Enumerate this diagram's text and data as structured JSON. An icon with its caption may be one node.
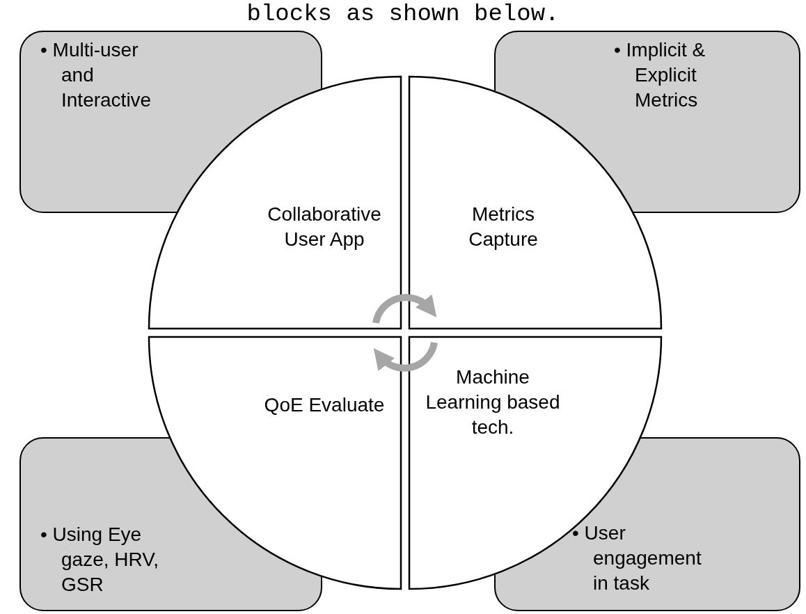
{
  "diagram": {
    "nodes": [
      {
        "text": [
          "• Multi-user and Interactive"
        ]
      },
      {
        "text": [
          "• Implicit & Explicit Metrics"
        ]
      },
      {
        "text": [
          "• Using Eye gaze, HRV, GSR"
        ]
      },
      {
        "text": [
          "• User engagement in task"
        ]
      },
      {
        "text": [
          "Collaborative User App"
        ]
      },
      {
        "text": [
          "Metrics Capture"
        ]
      },
      {
        "text": [
          "QoE Evaluate"
        ]
      },
      {
        "text": [
          "Machine Learning based tech."
        ]
      }
    ],
    "edges": [
      {
        "from": 4,
        "to": 5,
        "arrow": "to"
      },
      {
        "from": 7,
        "to": 6,
        "arrow": "to"
      }
    ],
    "labels": [
      "blocks as shown below."
    ]
  }
}
